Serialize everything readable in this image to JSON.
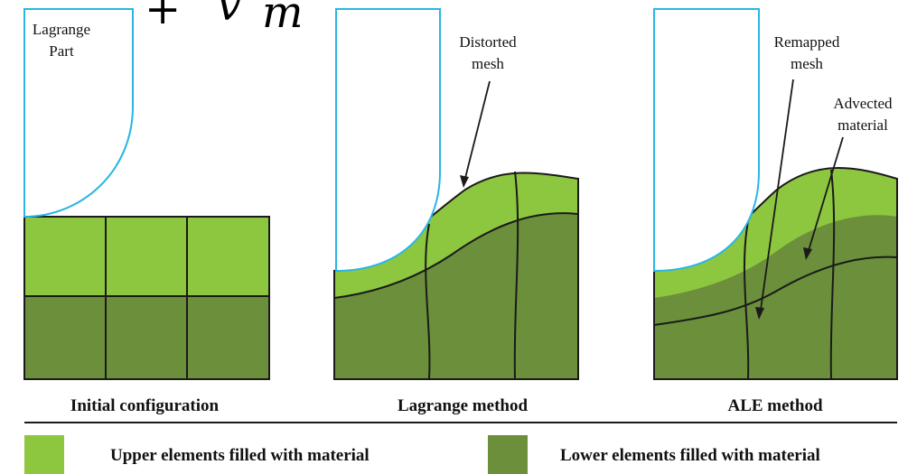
{
  "header_formula": {
    "plus": "+",
    "var": "v",
    "sub": "m"
  },
  "panels": [
    {
      "caption": "Initial configuration",
      "annotations": [
        "Lagrange",
        "Part"
      ]
    },
    {
      "caption": "Lagrange method",
      "annotations": [
        "Distorted",
        "mesh"
      ]
    },
    {
      "caption": "ALE method",
      "annotations": [
        "Remapped",
        "mesh",
        "Advected",
        "material"
      ]
    }
  ],
  "legend": {
    "upper": {
      "label": "Upper elements filled with material",
      "color": "#8dc63f"
    },
    "lower": {
      "label": "Lower elements filled with material",
      "color": "#6b8f3a"
    }
  },
  "colors": {
    "tool_outline": "#29b6e6",
    "mesh_line": "#1a1a1a"
  }
}
